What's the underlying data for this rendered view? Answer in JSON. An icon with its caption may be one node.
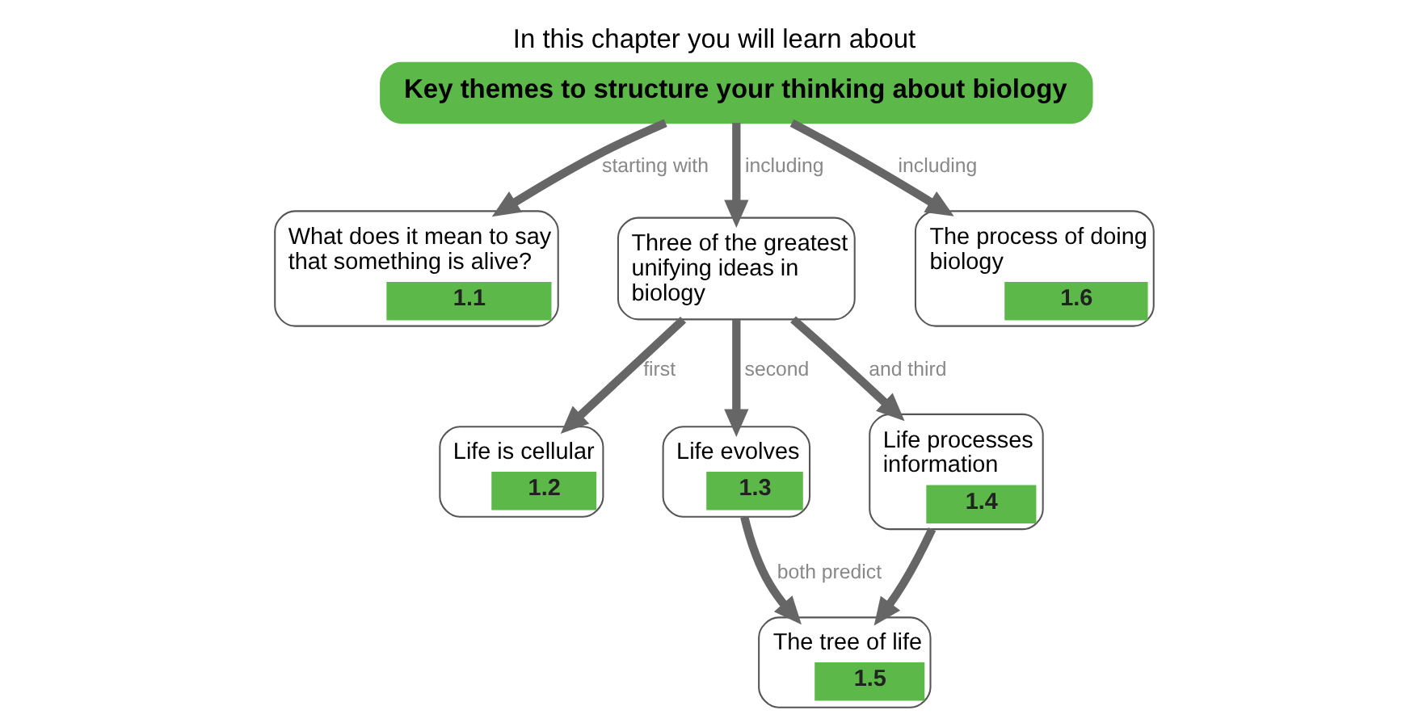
{
  "diagram": {
    "title": "In this chapter you will learn about",
    "nodes": [
      {
        "text": [
          "Key themes to structure your thinking about biology"
        ]
      },
      {
        "text": [
          "What does it mean to say that something is alive?",
          "1.1"
        ]
      },
      {
        "text": [
          "Three of the greatest unifying ideas in biology"
        ]
      },
      {
        "text": [
          "The process of doing biology",
          "1.6"
        ]
      },
      {
        "text": [
          "Life is cellular",
          "1.2"
        ]
      },
      {
        "text": [
          "Life evolves",
          "1.3"
        ]
      },
      {
        "text": [
          "Life processes information",
          "1.4"
        ]
      },
      {
        "text": [
          "The tree of life",
          "1.5"
        ]
      }
    ],
    "edges": [
      {
        "from": 0,
        "to": 1,
        "arrow": "to",
        "label": "starting with"
      },
      {
        "from": 0,
        "to": 2,
        "arrow": "to",
        "label": "including"
      },
      {
        "from": 0,
        "to": 3,
        "arrow": "to",
        "label": "including"
      },
      {
        "from": 2,
        "to": 4,
        "arrow": "to",
        "label": "first"
      },
      {
        "from": 2,
        "to": 5,
        "arrow": "to",
        "label": "second"
      },
      {
        "from": 2,
        "to": 6,
        "arrow": "to",
        "label": "and third"
      },
      {
        "from": 5,
        "to": 7,
        "arrow": "to",
        "label": "both predict"
      },
      {
        "from": 6,
        "to": 7,
        "arrow": "to"
      }
    ]
  }
}
